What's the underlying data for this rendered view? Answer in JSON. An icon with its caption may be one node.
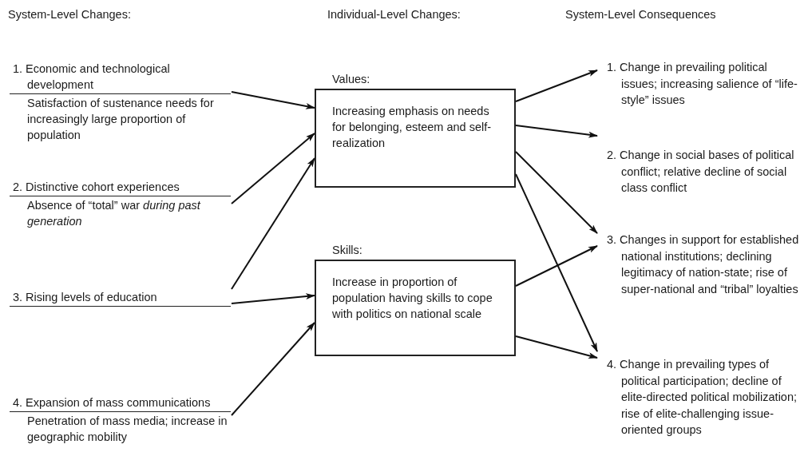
{
  "diagram": {
    "nodes": [
      {
        "text": [
          "1. Economic and technological development",
          "Satisfaction of sustenance needs for increasingly large proportion of population"
        ]
      },
      {
        "text": [
          "2. Distinctive cohort experiences",
          "Absence of “total” war *during past generation*"
        ]
      },
      {
        "text": [
          "3. Rising levels of education"
        ]
      },
      {
        "text": [
          "4. Expansion of mass communications",
          "Penetration of mass media; increase in geographic mobility"
        ]
      },
      {
        "text": [
          "Values:",
          "Increasing emphasis on needs for belonging, esteem and self-realization"
        ]
      },
      {
        "text": [
          "Skills:",
          "Increase in proportion of population having skills to cope with politics on national scale"
        ]
      },
      {
        "text": [
          "1. Change in prevailing political issues; increasing salience of “life-style” issues"
        ]
      },
      {
        "text": [
          "2. Change in social bases of political conflict; relative decline of social class conflict"
        ]
      },
      {
        "text": [
          "3. Changes in support for established national institutions; declining legitimacy of nation-state; rise of super-national and “tribal” loyalties"
        ]
      },
      {
        "text": [
          "4. Change in prevailing types of political participation; decline of elite-directed political mobilization; rise of elite-challenging issue-oriented groups"
        ]
      }
    ],
    "edges": [
      {
        "from": 0,
        "to": 4,
        "arrow": "to"
      },
      {
        "from": 1,
        "to": 4,
        "arrow": "to"
      },
      {
        "from": 2,
        "to": 4,
        "arrow": "to"
      },
      {
        "from": 2,
        "to": 5,
        "arrow": "to"
      },
      {
        "from": 3,
        "to": 5,
        "arrow": "to"
      },
      {
        "from": 4,
        "to": 6,
        "arrow": "to"
      },
      {
        "from": 4,
        "to": 7,
        "arrow": "to"
      },
      {
        "from": 4,
        "to": 8,
        "arrow": "to"
      },
      {
        "from": 4,
        "to": 9,
        "arrow": "to"
      },
      {
        "from": 5,
        "to": 8,
        "arrow": "to"
      },
      {
        "from": 5,
        "to": 9,
        "arrow": "to"
      }
    ],
    "labels": [
      "System-Level Changes:",
      "Individual-Level Changes:",
      "System-Level Consequences"
    ]
  }
}
